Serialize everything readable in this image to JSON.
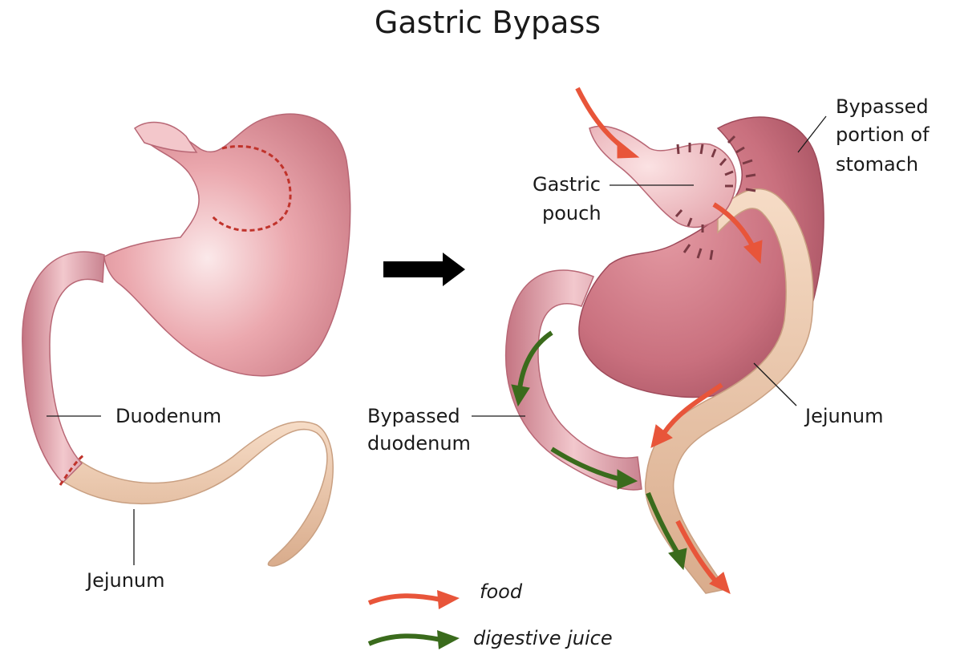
{
  "title": "Gastric Bypass",
  "before": {
    "labels": {
      "duodenum": "Duodenum",
      "jejunum": "Jejunum"
    }
  },
  "after": {
    "labels": {
      "gastric_pouch_line1": "Gastric",
      "gastric_pouch_line2": "pouch",
      "bypassed_stomach_line1": "Bypassed",
      "bypassed_stomach_line2": "portion of",
      "bypassed_stomach_line3": "stomach",
      "bypassed_duodenum_line1": "Bypassed",
      "bypassed_duodenum_line2": "duodenum",
      "jejunum": "Jejunum"
    }
  },
  "legend": {
    "food": "food",
    "digestive_juice": "digestive juice"
  },
  "colors": {
    "food_arrow": "#e8553a",
    "digestive_juice_arrow": "#3a6b1c",
    "stomach": "#d98a93",
    "jejunum": "#e8c4a6",
    "outline": "#1a1a1a"
  }
}
